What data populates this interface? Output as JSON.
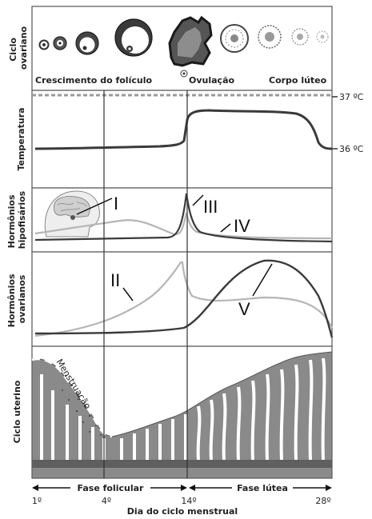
{
  "panels": {
    "ovarian_cycle": {
      "title": "Ciclo ovariano"
    },
    "temperature": {
      "title": "Temperatura"
    },
    "pituitary_hormones": {
      "title": "Hormônios hipofisários"
    },
    "ovarian_hormones": {
      "title": "Hormônios ovarianos"
    },
    "uterine_cycle": {
      "title": "Ciclo uterino"
    }
  },
  "ovary_captions": {
    "growth": "Crescimento do folículo",
    "ovulation": "Ovulação",
    "corpus_luteum": "Corpo lúteo"
  },
  "temperature_labels": {
    "high": "37 ºC",
    "low": "36 ºC"
  },
  "markers": {
    "I": "I",
    "II": "II",
    "III": "III",
    "IV": "IV",
    "V": "V"
  },
  "uterine_caption": "Menstruação",
  "phases": {
    "follicular": "Fase folicular",
    "luteal": "Fase lútea"
  },
  "day_ticks": [
    "1º",
    "4º",
    "14º",
    "28º"
  ],
  "x_axis_title": "Dia do ciclo menstrual",
  "colors": {
    "panel_background": "#ffffff",
    "panel_border": "#555555",
    "dark_curve": "#3a3a3a",
    "light_curve": "#b5b5b5",
    "endometrium": "#8a8a8a",
    "ovary_background": "#f4f4f2"
  }
}
